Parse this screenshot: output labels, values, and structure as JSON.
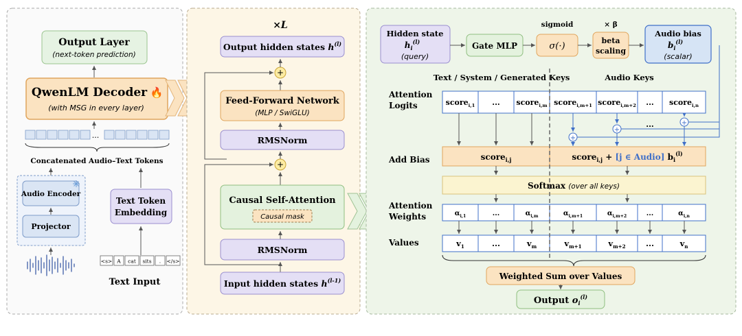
{
  "left": {
    "output_layer": {
      "title": "Output Layer",
      "sub": "(next-token prediction)"
    },
    "decoder": {
      "title": "QwenLM Decoder",
      "sub": "(with MSG in every layer)",
      "flame": "🔥"
    },
    "token_ellipsis": "...",
    "concat_label": "Concatenated Audio–Text Tokens",
    "audio_encoder": "Audio Encoder",
    "projector": "Projector",
    "text_token": {
      "line1": "Text Token",
      "line2": "Embedding"
    },
    "text_tokens": [
      "<s>",
      "A",
      "cat",
      "sits",
      ".",
      "</s>"
    ],
    "text_input": "Text Input",
    "colors": {
      "output": "#e6f3e3",
      "decoder": "#fbe3c1",
      "blue": "#dae5f4",
      "purple": "#e4dff5"
    },
    "icons": [
      "flame-icon",
      "snowflake-icon",
      "waveform-icon"
    ]
  },
  "middle": {
    "repeat": "×L",
    "output_states": {
      "text": "Output hidden states",
      "math": "h",
      "sup": "(l)"
    },
    "ffn": {
      "title": "Feed-Forward Network",
      "sub": "(MLP / SwiGLU)"
    },
    "rmsnorm_top": "RMSNorm",
    "attention": {
      "title": "Causal Self-Attention",
      "mask": "Causal mask"
    },
    "rmsnorm_bottom": "RMSNorm",
    "input_states": {
      "text": "Input hidden states",
      "math": "h",
      "sup": "(l-1)"
    },
    "plus": "+",
    "colors": {
      "panel": "#fdf6e6",
      "purple": "#e4dff5",
      "orange": "#fbe3c1",
      "green": "#e4f2de"
    }
  },
  "right": {
    "hidden_state": {
      "line1": "Hidden state",
      "math": "h",
      "sub": "i",
      "sup": "(l)",
      "note": "(query)"
    },
    "gate_mlp": "Gate MLP",
    "sigmoid_label": "sigmoid",
    "sigma": "σ(·)",
    "beta_label": "× β",
    "beta_scaling": {
      "line1": "beta",
      "line2": "scaling"
    },
    "audio_bias": {
      "line1": "Audio bias",
      "math": "b",
      "sub": "i",
      "sup": "(l)",
      "note": "(scalar)"
    },
    "text_keys_header": "Text / System / Generated Keys",
    "audio_keys_header": "Audio Keys",
    "row_labels": {
      "logits": [
        "Attention",
        "Logits"
      ],
      "add_bias": "Add Bias",
      "weights": [
        "Attention",
        "Weights"
      ],
      "values": "Values"
    },
    "logit_cells_text": [
      {
        "base": "score",
        "sub": "i,1"
      },
      {
        "base": "...",
        "sub": ""
      },
      {
        "base": "score",
        "sub": "i,m"
      }
    ],
    "logit_cells_audio": [
      {
        "base": "score",
        "sub": "i,m+1"
      },
      {
        "base": "score",
        "sub": "i,m+2"
      },
      {
        "base": "...",
        "sub": ""
      },
      {
        "base": "score",
        "sub": "i,n"
      }
    ],
    "audio_ellipsis": "...",
    "add_bias_text": {
      "base": "score",
      "sub": "i,j"
    },
    "add_bias_audio": {
      "base": "score",
      "sub": "i,j",
      "plus": " + ",
      "bracket": "[j ∈ Audio]",
      "b": "b",
      "bsub": "i",
      "bsup": "(l)"
    },
    "softmax": {
      "title": "Softmax",
      "note": "(over all keys)"
    },
    "weight_cells_text": [
      {
        "base": "α",
        "sub": "i,1"
      },
      {
        "base": "...",
        "sub": ""
      },
      {
        "base": "α",
        "sub": "i,m"
      }
    ],
    "weight_cells_audio": [
      {
        "base": "α",
        "sub": "i,m+1"
      },
      {
        "base": "α",
        "sub": "i,m+2"
      },
      {
        "base": "...",
        "sub": ""
      },
      {
        "base": "α",
        "sub": "i,n"
      }
    ],
    "value_cells_text": [
      {
        "base": "v",
        "sub": "1"
      },
      {
        "base": "...",
        "sub": ""
      },
      {
        "base": "v",
        "sub": "m"
      }
    ],
    "value_cells_audio": [
      {
        "base": "v",
        "sub": "m+1"
      },
      {
        "base": "v",
        "sub": "m+2"
      },
      {
        "base": "...",
        "sub": ""
      },
      {
        "base": "v",
        "sub": "n"
      }
    ],
    "weighted_sum": "Weighted Sum over Values",
    "output": {
      "text": "Output",
      "math": "o",
      "sub": "i",
      "sup": "(l)"
    },
    "colors": {
      "panel": "#eef5e9",
      "blue": "#d6e4f5",
      "green": "#e4f2de",
      "orange": "#fbe3c1",
      "yellow": "#fbf4d0",
      "accent": "#3f6fc8"
    }
  }
}
